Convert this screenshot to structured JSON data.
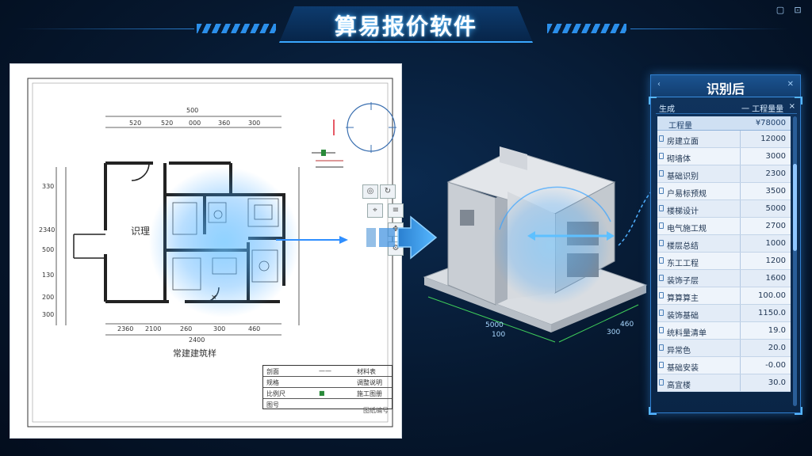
{
  "header": {
    "title": "算易报价软件",
    "window_controls": [
      "restore-icon",
      "close-icon"
    ]
  },
  "blueprint": {
    "room_label": "识理",
    "caption": "常建建筑样",
    "dims_top": [
      "500",
      "520",
      "520",
      "000",
      "360",
      "300"
    ],
    "dims_bottom": [
      "2360",
      "2100",
      "260",
      "300",
      "460",
      "2400"
    ],
    "dims_left": [
      "330",
      "2340",
      "500",
      "130",
      "200",
      "300"
    ],
    "title_block": {
      "rows": [
        [
          "剖面",
          "——",
          "材料表"
        ],
        [
          "规格",
          "",
          "调整说明"
        ],
        [
          "比例尺",
          "■",
          "施工图册"
        ],
        [
          "图号",
          "",
          ""
        ]
      ]
    },
    "footer": "图纸编号",
    "tools": [
      "select-icon",
      "rotate-icon",
      "measure-icon",
      "layer-icon",
      "move-icon",
      "settings-icon"
    ]
  },
  "model": {
    "dim_front": "5000",
    "dim_front2": "100",
    "dim_side": "300",
    "dim_side2": "460"
  },
  "result": {
    "title": "识别后",
    "sub_left": "生成",
    "sub_right": "一 工程量量",
    "table_header": {
      "name": "工程量",
      "value": "¥78000"
    },
    "rows": [
      {
        "name": "房建立面",
        "value": "12000"
      },
      {
        "name": "砌墙体",
        "value": "3000"
      },
      {
        "name": "基础识别",
        "value": "2300"
      },
      {
        "name": "户易标预规",
        "value": "3500"
      },
      {
        "name": "楼梯设计",
        "value": "5000"
      },
      {
        "name": "电气施工规",
        "value": "2700"
      },
      {
        "name": "楼层总结",
        "value": "1000"
      },
      {
        "name": "东工工程",
        "value": "1200"
      },
      {
        "name": "装饰子层",
        "value": "1600"
      },
      {
        "name": "算算算主",
        "value": "100.00"
      },
      {
        "name": "装饰基础",
        "value": "1150.0"
      },
      {
        "name": "统料量清单",
        "value": "19.0"
      },
      {
        "name": "异常色",
        "value": "20.0"
      },
      {
        "name": "基础安装",
        "value": "-0.00"
      },
      {
        "name": "高宜楼",
        "value": "30.0"
      }
    ]
  }
}
